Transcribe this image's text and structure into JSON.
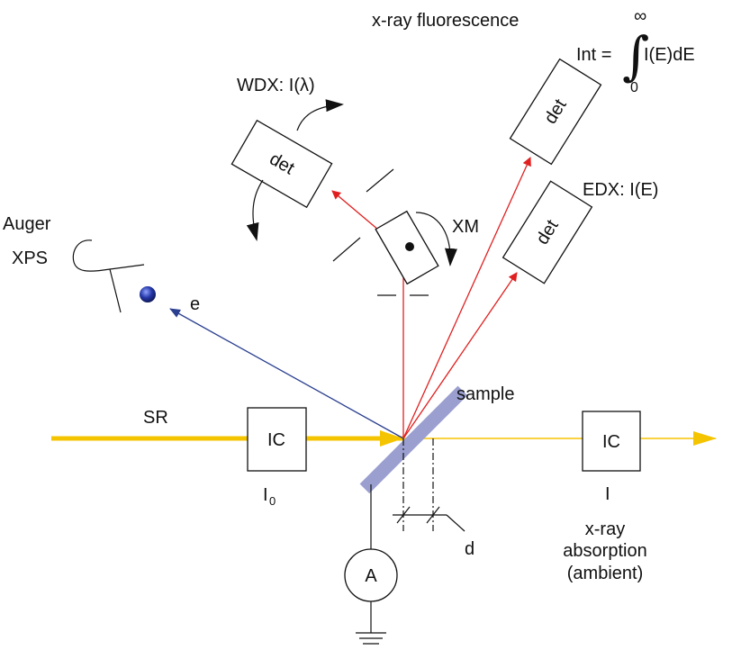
{
  "labels": {
    "xrf_title": "x-ray fluorescence",
    "formula_int": "Int =",
    "formula_integrand": "I(E)dE",
    "formula_upper": "∞",
    "formula_lower": "0",
    "integral_sign": "∫",
    "wdx": "WDX: I(λ)",
    "edx": "EDX: I(E)",
    "xm": "XM",
    "auger": "Auger",
    "xps": "XPS",
    "electron": "e",
    "sr": "SR",
    "sample": "sample",
    "ic_left": "IC",
    "ic_right": "IC",
    "i0_main": "I",
    "i0_sub": "0",
    "i_out": "I",
    "d": "d",
    "ammeter": "A",
    "xray_absorption_line1": "x-ray",
    "xray_absorption_line2": "absorption",
    "xray_absorption_line3": "(ambient)",
    "det_wdx": "det",
    "det_top": "det",
    "det_edx": "det"
  },
  "colors": {
    "beam": "#f5c400",
    "fluorescence": "#e02020",
    "electron": "#2a3f8f",
    "sample": "#9a9fd0",
    "ink": "#111111"
  }
}
